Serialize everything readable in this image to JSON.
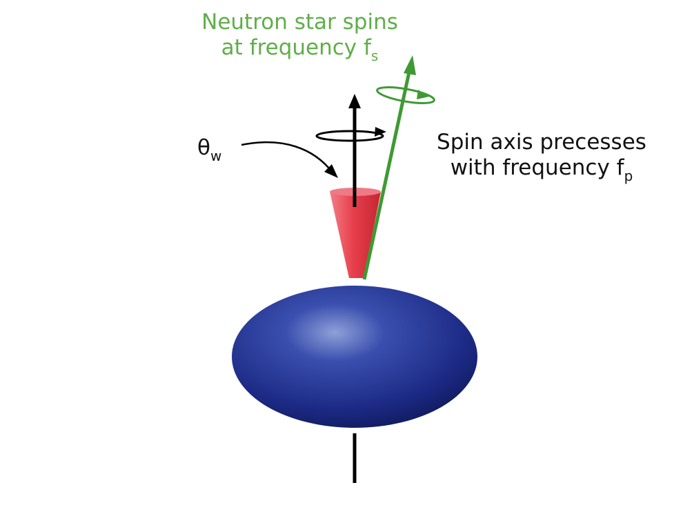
{
  "labels": {
    "spin_line1": "Neutron star spins",
    "spin_line2": "at frequency f",
    "spin_sub": "s",
    "precess_line1": "Spin axis precesses",
    "precess_line2": "with frequency f",
    "precess_sub": "p",
    "theta": "θ",
    "theta_sub": "w"
  },
  "colors": {
    "spin_text": "#5fae48",
    "spin_axis": "#3e9a33",
    "precession_axis": "#000000",
    "cone": "#e8404c",
    "star": "#1c2a85",
    "text": "#111111"
  }
}
